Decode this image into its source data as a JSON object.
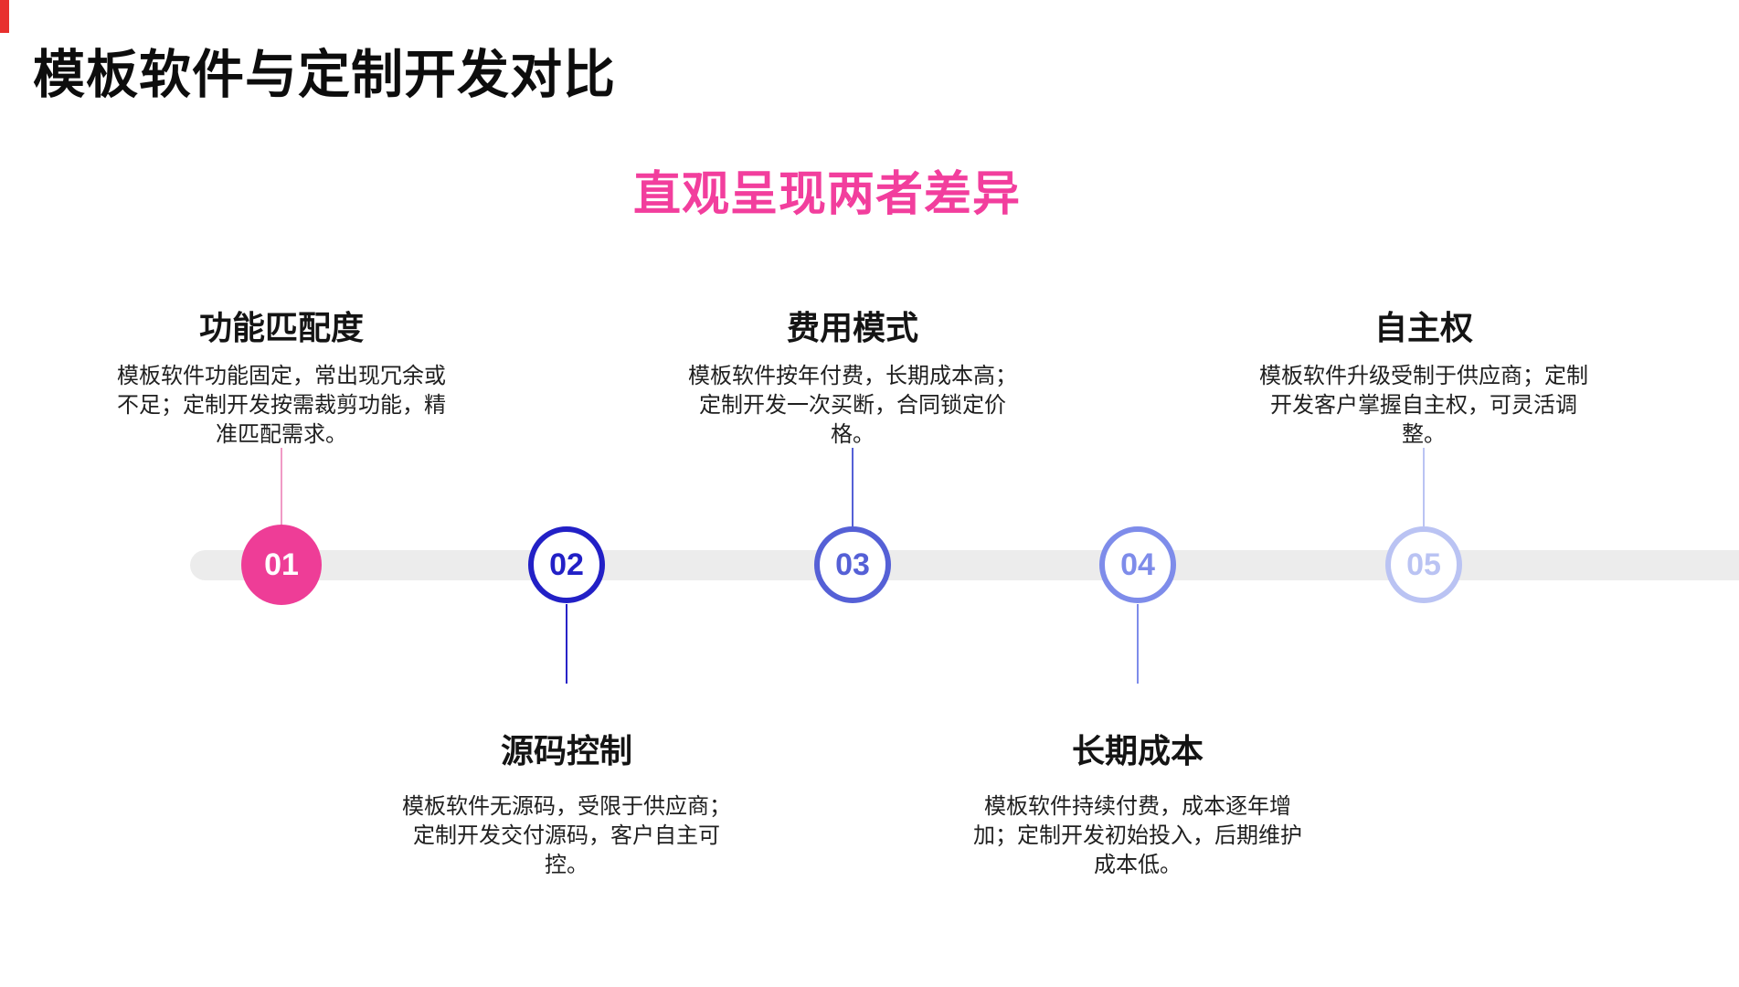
{
  "page": {
    "title": "模板软件与定制开发对比",
    "subtitle": "直观呈现两者差异"
  },
  "colors": {
    "title_color": "#0d0d0d",
    "accent_pink": "#f23e9d",
    "timeline_bar": "#ececec",
    "red_strip": "#e8302e",
    "step_colors": [
      "#ee3d97",
      "#2220c6",
      "#5560d6",
      "#7e8cea",
      "#bac3f3"
    ],
    "connector_colors": [
      "#f09ac6",
      "#2823c7",
      "#5560d6",
      "#7e8cea",
      "#bac3f3"
    ]
  },
  "timeline": {
    "items": [
      {
        "number": "01",
        "title": "功能匹配度",
        "description": "模板软件功能固定，常出现冗余或不足；定制开发按需裁剪功能，精准匹配需求。",
        "position": "above",
        "circle_style": "filled"
      },
      {
        "number": "02",
        "title": "源码控制",
        "description": "模板软件无源码，受限于供应商；定制开发交付源码，客户自主可控。",
        "position": "below",
        "circle_style": "outlined"
      },
      {
        "number": "03",
        "title": "费用模式",
        "description": "模板软件按年付费，长期成本高；定制开发一次买断，合同锁定价格。",
        "position": "above",
        "circle_style": "outlined"
      },
      {
        "number": "04",
        "title": "长期成本",
        "description": "模板软件持续付费，成本逐年增加；定制开发初始投入，后期维护成本低。",
        "position": "below",
        "circle_style": "outlined"
      },
      {
        "number": "05",
        "title": "自主权",
        "description": "模板软件升级受制于供应商；定制开发客户掌握自主权，可灵活调整。",
        "position": "above",
        "circle_style": "outlined"
      }
    ]
  }
}
